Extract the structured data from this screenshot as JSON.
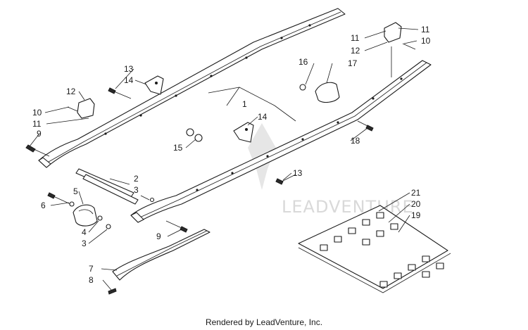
{
  "diagram": {
    "callouts": [
      "1",
      "2",
      "3",
      "3",
      "4",
      "5",
      "6",
      "7",
      "8",
      "9",
      "9",
      "10",
      "10",
      "11",
      "11",
      "11",
      "12",
      "12",
      "13",
      "13",
      "14",
      "14",
      "15",
      "16",
      "17",
      "18",
      "19",
      "20",
      "21"
    ]
  },
  "watermark": "LEADVENTURE",
  "footer": "Rendered by LeadVenture, Inc.",
  "colors": {
    "ink": "#1a1a1a",
    "watermark": "#d9d9d9",
    "background": "#ffffff"
  }
}
